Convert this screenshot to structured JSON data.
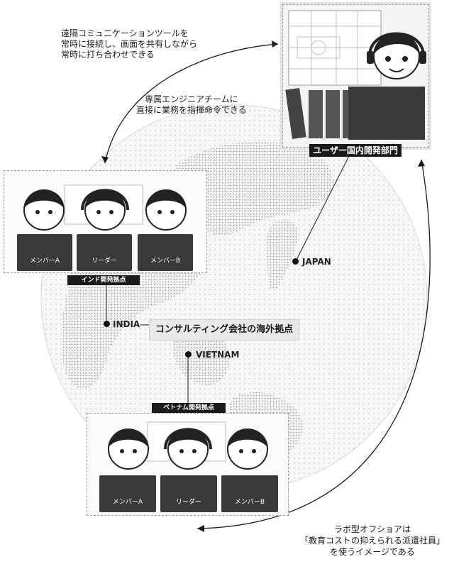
{
  "annotations": {
    "remote_tool": [
      "遠隔コミュニケーションツールを",
      "常時に接続し、画面を共有しながら",
      "常時に打ち合わせできる"
    ],
    "direct_command": [
      "専属エンジニアチームに",
      "直接に業務を指揮命令できる"
    ],
    "lab_office": [
      "ラボ型オフショアは",
      "「教育コストの抑えられる派遣社員」",
      "を使うイメージである"
    ]
  },
  "japan": {
    "team_label": "ユーザー国内開発部門",
    "city": "JAPAN"
  },
  "india": {
    "team_label": "インド開発拠点",
    "city": "INDIA",
    "members": [
      "メンバーA",
      "リーダー",
      "メンバーB"
    ]
  },
  "vietnam": {
    "team_label": "ベトナム開発拠点",
    "city": "VIETNAM",
    "members": [
      "メンバーA",
      "リーダー",
      "メンバーB"
    ]
  },
  "consulting_label": "コンサルティング会社の海外拠点",
  "colors": {
    "dark": "#1a1a1a",
    "laptop": "#3a3a3a",
    "globe_dots": "#b8b8b8"
  }
}
